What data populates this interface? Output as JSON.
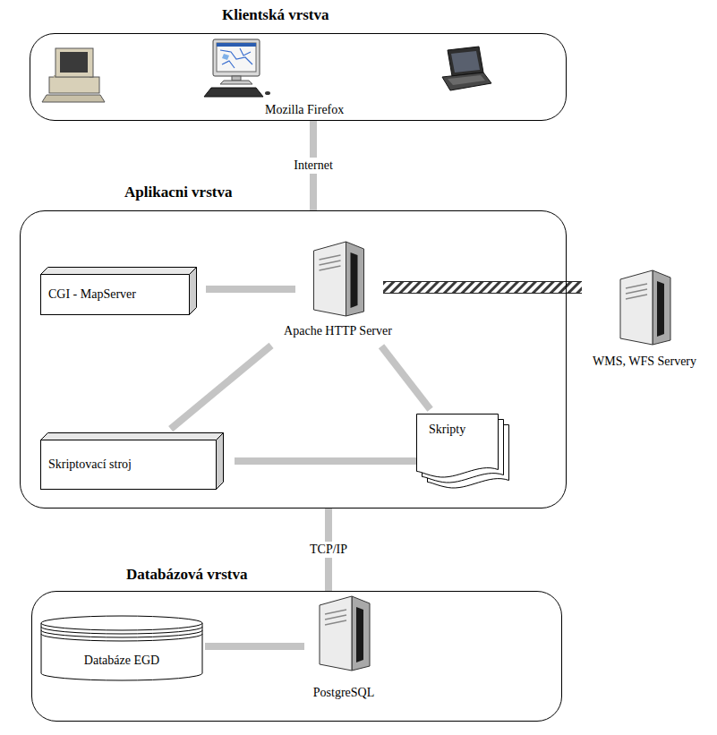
{
  "diagram": {
    "nodes": [
      {
        "text": [
          "Klientská vrstva"
        ]
      },
      {
        "text": [
          "Mozilla Firefox"
        ],
        "in": 0
      },
      {
        "text": [
          "Aplikacni vrstva"
        ]
      },
      {
        "text": [
          "CGI - MapServer"
        ],
        "in": 2
      },
      {
        "text": [
          "Apache HTTP Server"
        ],
        "in": 2
      },
      {
        "text": [
          "Skriptovací stroj"
        ],
        "in": 2
      },
      {
        "text": [
          "Skripty"
        ],
        "in": 2
      },
      {
        "text": [
          "WMS, WFS Servery"
        ]
      },
      {
        "text": [
          "Databázová vrstva"
        ]
      },
      {
        "text": [
          "Databáze EGD"
        ],
        "in": 8
      },
      {
        "text": [
          "PostgreSQL"
        ],
        "in": 8
      }
    ],
    "edges": [
      {
        "from": 0,
        "to": 2,
        "label": "Internet",
        "arrow": "none"
      },
      {
        "from": 3,
        "to": 4,
        "arrow": "none"
      },
      {
        "from": 4,
        "to": 5,
        "arrow": "none"
      },
      {
        "from": 4,
        "to": 6,
        "arrow": "none"
      },
      {
        "from": 5,
        "to": 6,
        "arrow": "none"
      },
      {
        "from": 4,
        "to": 7,
        "arrow": "none"
      },
      {
        "from": 2,
        "to": 8,
        "label": "TCP/IP",
        "arrow": "none"
      },
      {
        "from": 9,
        "to": 10,
        "arrow": "none"
      }
    ]
  }
}
